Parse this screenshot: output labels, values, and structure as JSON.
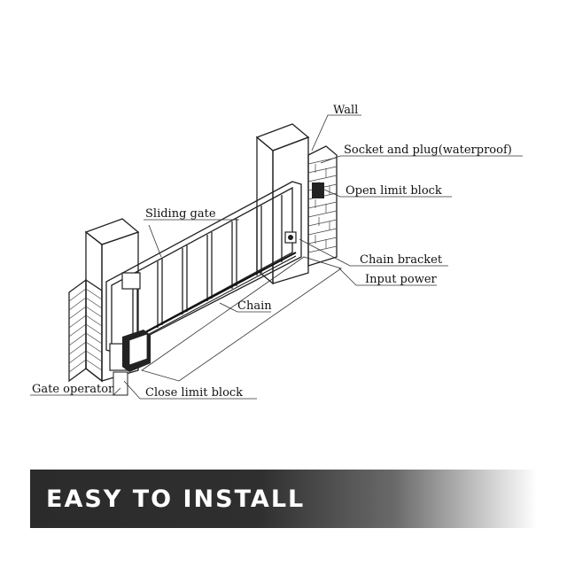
{
  "diagram": {
    "labels": {
      "wall": "Wall",
      "socket": "Socket and plug(waterproof)",
      "open_limit": "Open limit block",
      "sliding_gate": "Sliding gate",
      "chain_bracket": "Chain bracket",
      "input_power": "Input power",
      "chain": "Chain",
      "gate_operator": "Gate operator",
      "close_limit": "Close limit block"
    }
  },
  "banner": {
    "text": "EASY TO INSTALL"
  }
}
